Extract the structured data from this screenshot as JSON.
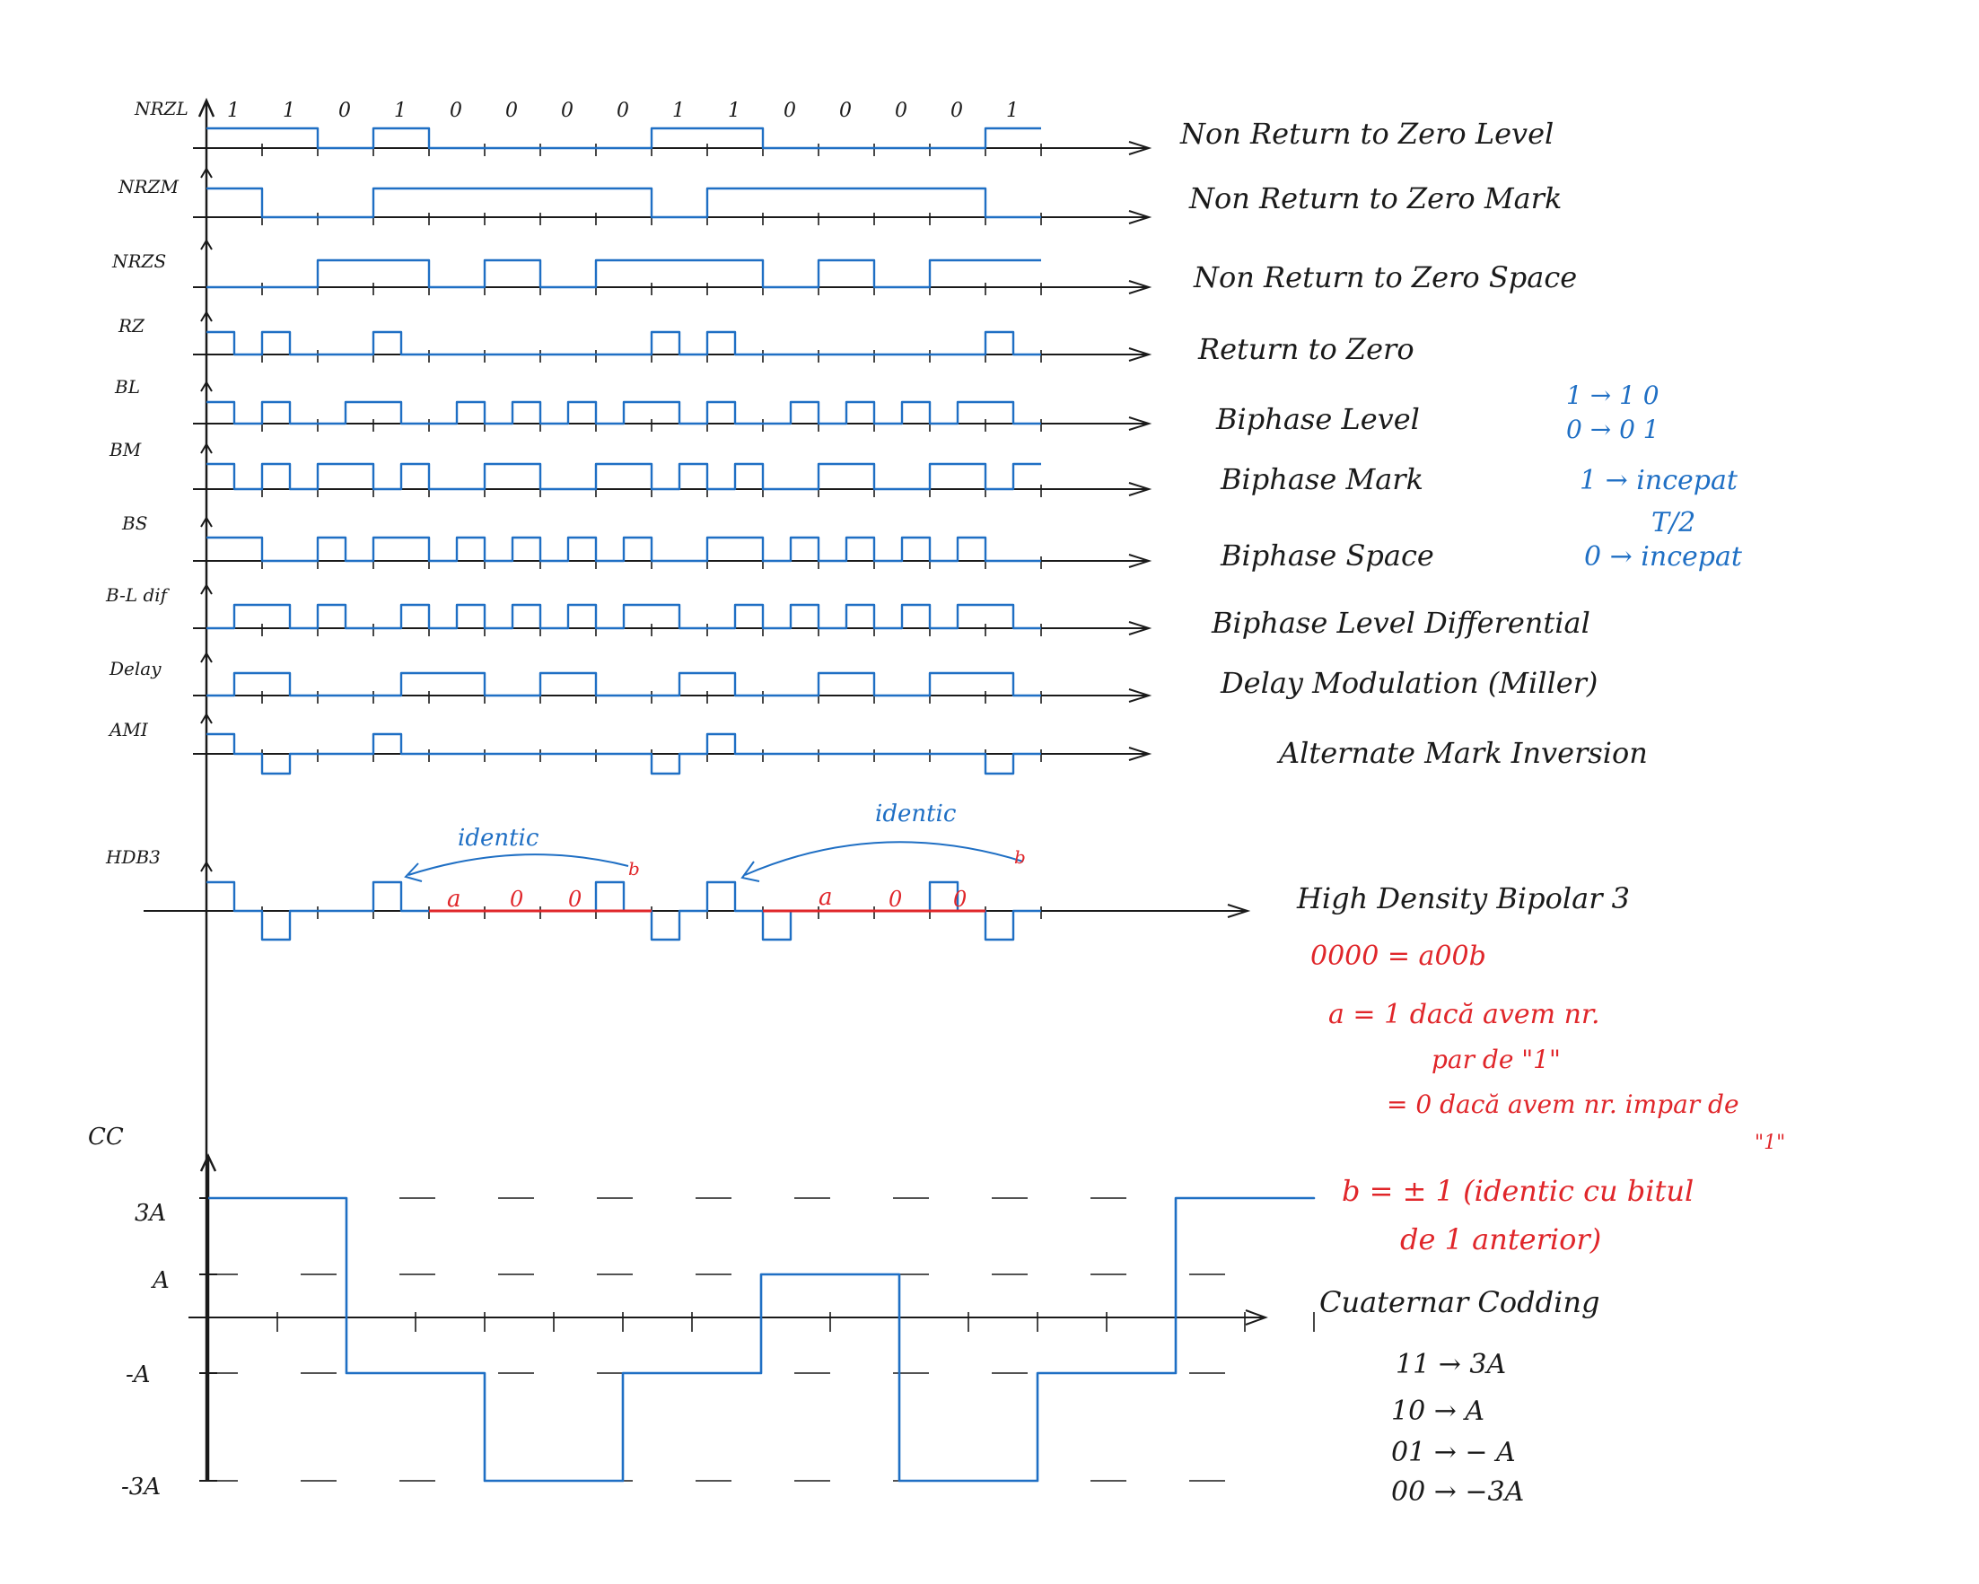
{
  "colors": {
    "ink": "#1a1a1a",
    "blue": "#1f6fc4",
    "red": "#e0262a"
  },
  "bits": [
    "1",
    "1",
    "0",
    "1",
    "0",
    "0",
    "0",
    "0",
    "1",
    "1",
    "0",
    "0",
    "0",
    "0",
    "1"
  ],
  "rows": [
    {
      "key": "nrzl",
      "label": "NRZL",
      "desc": "Non Return to Zero Level"
    },
    {
      "key": "nrzm",
      "label": "NRZM",
      "desc": "Non Return to Zero Mark"
    },
    {
      "key": "nrzs",
      "label": "NRZS",
      "desc": "Non Return to Zero Space"
    },
    {
      "key": "rz",
      "label": "RZ",
      "desc": "Return to Zero"
    },
    {
      "key": "bl",
      "label": "BL",
      "desc": "Biphase Level"
    },
    {
      "key": "bm",
      "label": "BM",
      "desc": "Biphase Mark"
    },
    {
      "key": "bs",
      "label": "BS",
      "desc": "Biphase Space"
    },
    {
      "key": "bld",
      "label": "B-L dif",
      "desc": "Biphase Level Differential"
    },
    {
      "key": "delay",
      "label": "Delay",
      "desc": "Delay Modulation (Miller)"
    },
    {
      "key": "ami",
      "label": "AMI",
      "desc": "Alternate Mark Inversion"
    }
  ],
  "biphase_notes": {
    "bl_1": "1 → 1 0",
    "bl_0": "0 → 0 1",
    "bm_1": "1 → incepat",
    "bm_t2": "T/2",
    "bs_0": "0 → incepat"
  },
  "hdb3": {
    "label": "HDB3",
    "desc": "High Density Bipolar 3",
    "identic_1": "identic",
    "identic_2": "identic",
    "marks_1": [
      "a",
      "0",
      "0"
    ],
    "b_1": "b",
    "marks_2": [
      "a",
      "0",
      "0"
    ],
    "b_2": "b",
    "rule_main": "0000 = a00b",
    "rule_a1": "a = 1 dacă avem nr.",
    "rule_a2": "par de \"1\"",
    "rule_a3": "= 0 dacă avem nr. impar de",
    "rule_a4": "\"1\"",
    "rule_b1": "b = ± 1 (identic cu bitul",
    "rule_b2": "de 1 anterior)"
  },
  "cc": {
    "label": "CC",
    "levels": [
      "3A",
      "A",
      "-A",
      "-3A"
    ],
    "desc": "Cuaternar Codding",
    "mapping": [
      "11 → 3A",
      "10 → A",
      "01 → − A",
      "00 → −3A"
    ],
    "symbols": [
      "11",
      "01",
      "00",
      "01",
      "10",
      "00",
      "01",
      "11"
    ]
  }
}
